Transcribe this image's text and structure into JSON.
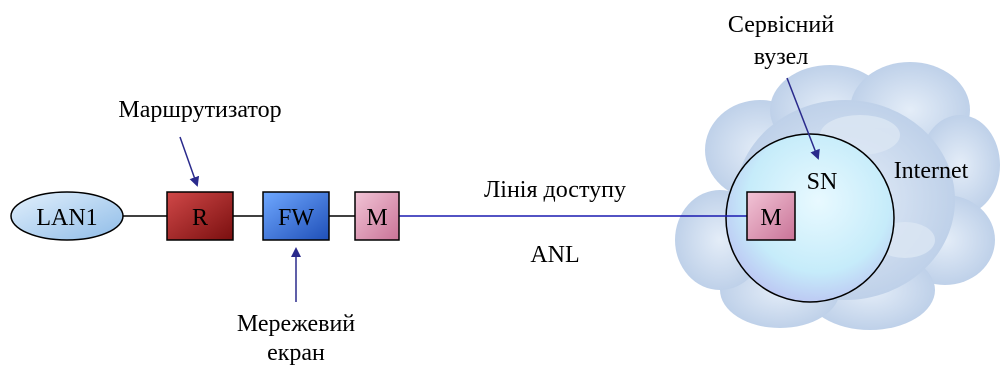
{
  "labels": {
    "router_caption": "Маршрутизатор",
    "firewall_caption_line1": "Мережевий",
    "firewall_caption_line2": "екран",
    "service_node_caption_line1": "Сервісний",
    "service_node_caption_line2": "вузел",
    "access_line_caption": "Лінія доступу",
    "access_line_code": "ANL",
    "internet": "Internet",
    "service_node": "SN"
  },
  "nodes": {
    "lan": "LAN1",
    "router": "R",
    "firewall": "FW",
    "modem_local": "M",
    "modem_remote": "M"
  },
  "colors": {
    "router_fill": "#a61c1c",
    "firewall_fill": "#2f6fe0",
    "modem_fill": "#e29bb8",
    "lan_fill": "#b9d8f5",
    "sn_fill": "#c8ecf8",
    "cloud_fill": "#c9d9ee",
    "access_line": "#1a1ab0",
    "arrow": "#2a2a8c"
  },
  "icons": {
    "router_arrow": "arrow-down-right-icon",
    "firewall_arrow": "arrow-up-icon",
    "service_node_arrow": "arrow-down-right-icon",
    "internet_cloud": "cloud-icon"
  }
}
